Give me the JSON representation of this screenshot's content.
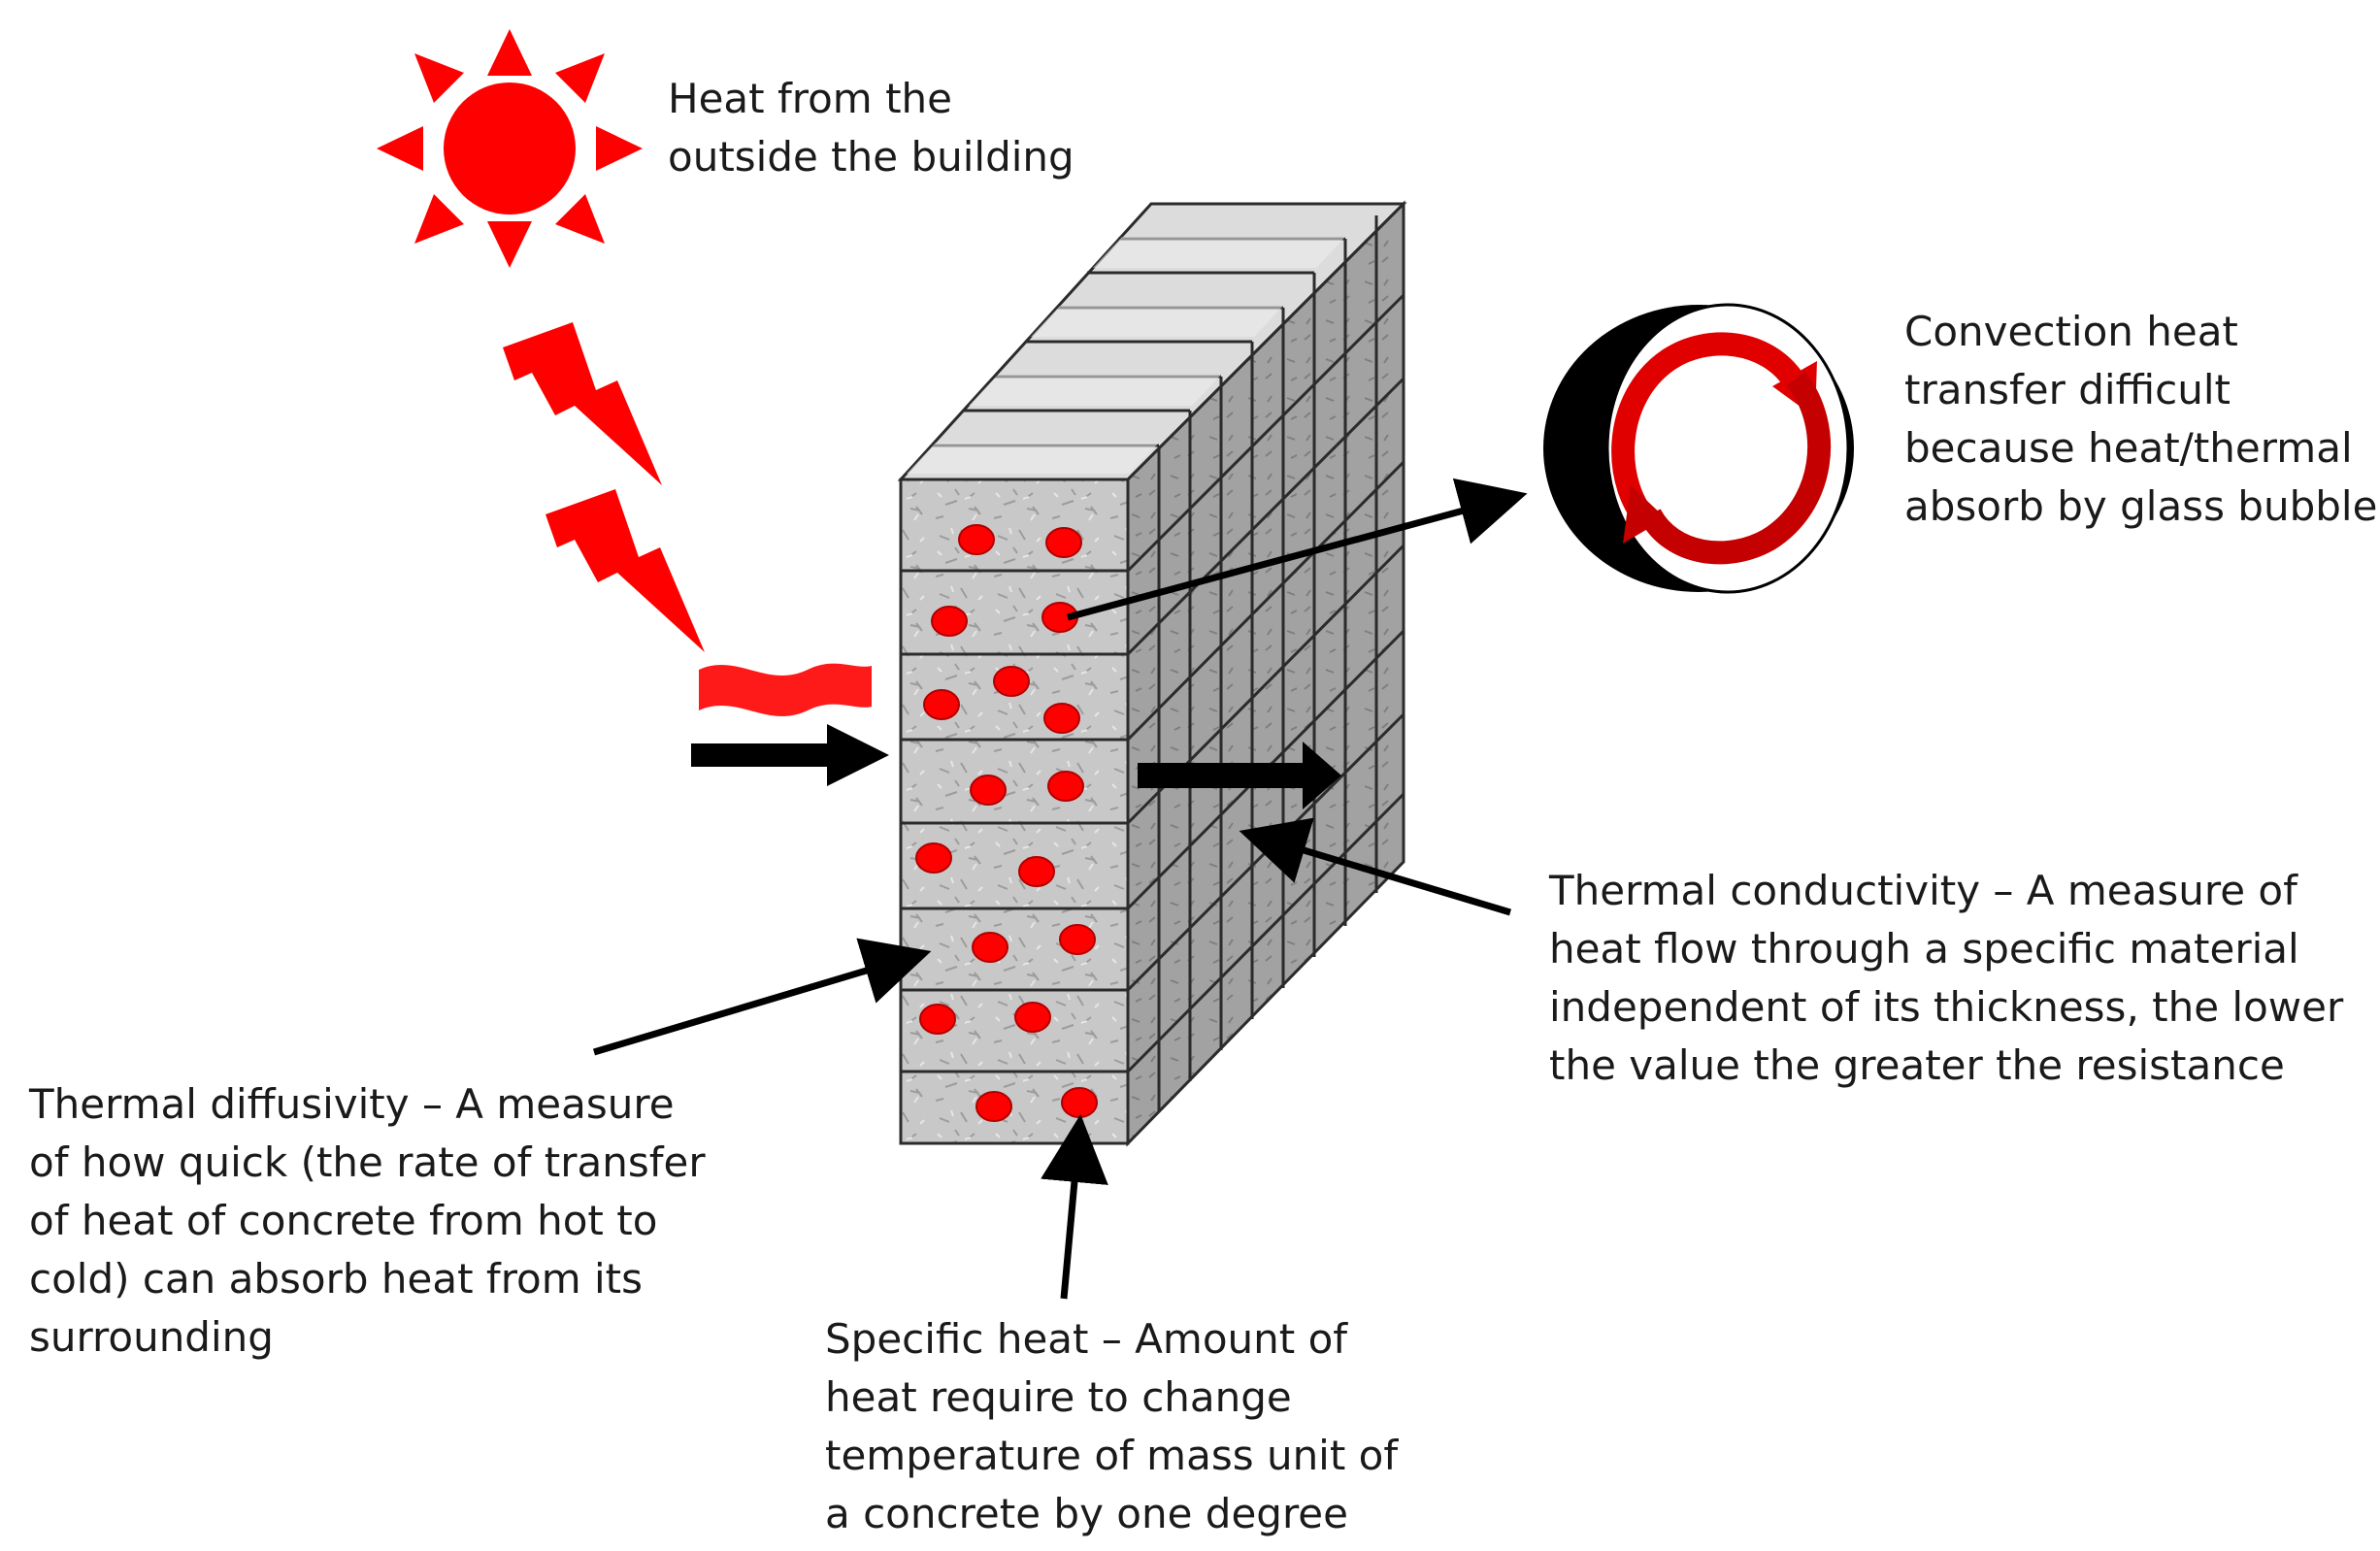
{
  "labels": {
    "heat_outside": [
      "Heat from the",
      "outside the building"
    ],
    "convection": [
      "Convection heat",
      "transfer difficult",
      "because heat/thermal",
      "absorb by glass bubble"
    ],
    "conductivity": [
      "Thermal conductivity – A measure of",
      "heat flow through a specific material",
      "independent of its thickness, the lower",
      "the value the greater the resistance"
    ],
    "diffusivity": [
      "Thermal diffusivity – A measure",
      "of how quick (the rate of transfer",
      "of heat of concrete from hot to",
      "cold) can absorb heat from its",
      "surrounding"
    ],
    "specific_heat": [
      "Specific heat – Amount of",
      "heat require to change",
      "temperature of mass unit of",
      "a concrete by one degree"
    ]
  },
  "colors": {
    "heat_red": "#ff0000",
    "arrow_black": "#000000",
    "concrete_face": "#c8c8c8",
    "concrete_side": "#9a9a9a",
    "concrete_top": "#dcdcdc",
    "grid_line": "#2b2b2b",
    "text": "#1a1a1a"
  },
  "icons": {
    "sun": "sun-icon",
    "lightning": "lightning-bolt-icon",
    "heat_wave": "heat-wave-icon",
    "convection_cycle": "convection-cycle-icon",
    "glass_bubble": "glass-bubble-icon"
  }
}
